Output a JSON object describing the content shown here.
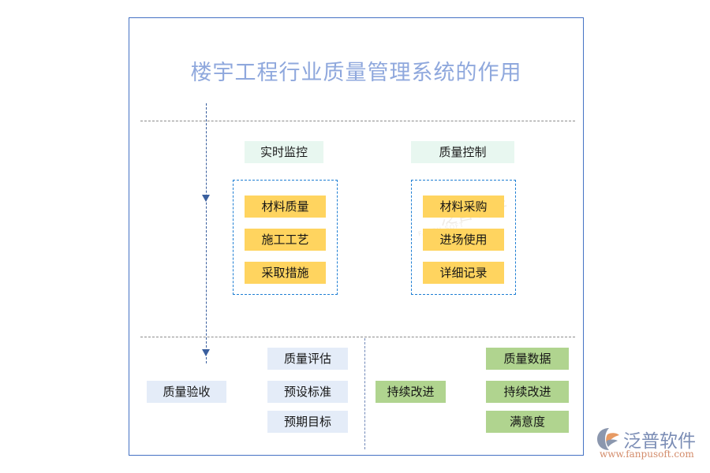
{
  "diagram": {
    "title": "楼宇工程行业质量管理系统的作用",
    "title_color": "#8fa8dd",
    "frame_color": "#4472c4",
    "flow_axis_color": "#3a5f9e",
    "group_box_border_color": "#1f7fd4",
    "colors": {
      "mint_header": "#e8f7f0",
      "yellow_chip": "#ffd45f",
      "blue_chip": "#e4ecf8",
      "green_chip": "#b0d48f",
      "dash_gray": "#8c8c8c"
    },
    "groups": [
      {
        "id": "real-time-monitoring",
        "header": "实时监控",
        "chips": [
          "材料质量",
          "施工工艺",
          "采取措施"
        ]
      },
      {
        "id": "quality-control",
        "header": "质量控制",
        "chips": [
          "材料采购",
          "进场使用",
          "详细记录"
        ]
      }
    ],
    "bottom": {
      "acceptance": "质量验收",
      "evaluation_stack": [
        "质量评估",
        "预设标准",
        "预期目标"
      ],
      "improvement": "持续改进",
      "outcome_stack": [
        "质量数据",
        "持续改进",
        "满意度"
      ]
    }
  },
  "watermark": {
    "text": "泛普软件",
    "sub": "FANPU SOFT"
  },
  "brand": {
    "name": "泛普软件",
    "url": "www.fanpusoft.com",
    "mark_icon": "fanpu-logo-icon"
  }
}
